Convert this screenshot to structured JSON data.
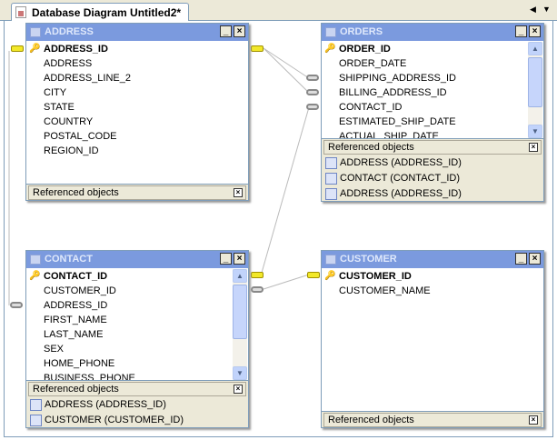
{
  "tab": {
    "title": "Database Diagram Untitled2*"
  },
  "tables": {
    "address": {
      "name": "ADDRESS",
      "columns": [
        "ADDRESS_ID",
        "ADDRESS",
        "ADDRESS_LINE_2",
        "CITY",
        "STATE",
        "COUNTRY",
        "POSTAL_CODE",
        "REGION_ID"
      ],
      "ref_label": "Referenced objects",
      "refs": []
    },
    "orders": {
      "name": "ORDERS",
      "columns": [
        "ORDER_ID",
        "ORDER_DATE",
        "SHIPPING_ADDRESS_ID",
        "BILLING_ADDRESS_ID",
        "CONTACT_ID",
        "ESTIMATED_SHIP_DATE",
        "ACTUAL_SHIP_DATE"
      ],
      "ref_label": "Referenced objects",
      "refs": [
        "ADDRESS (ADDRESS_ID)",
        "CONTACT (CONTACT_ID)",
        "ADDRESS (ADDRESS_ID)"
      ]
    },
    "contact": {
      "name": "CONTACT",
      "columns": [
        "CONTACT_ID",
        "CUSTOMER_ID",
        "ADDRESS_ID",
        "FIRST_NAME",
        "LAST_NAME",
        "SEX",
        "HOME_PHONE",
        "BUSINESS_PHONE"
      ],
      "ref_label": "Referenced objects",
      "refs": [
        "ADDRESS (ADDRESS_ID)",
        "CUSTOMER (CUSTOMER_ID)"
      ]
    },
    "customer": {
      "name": "CUSTOMER",
      "columns": [
        "CUSTOMER_ID",
        "CUSTOMER_NAME"
      ],
      "ref_label": "Referenced objects",
      "refs": []
    }
  },
  "colors": {
    "header": "#7b9ade",
    "key": "#f2e829"
  }
}
